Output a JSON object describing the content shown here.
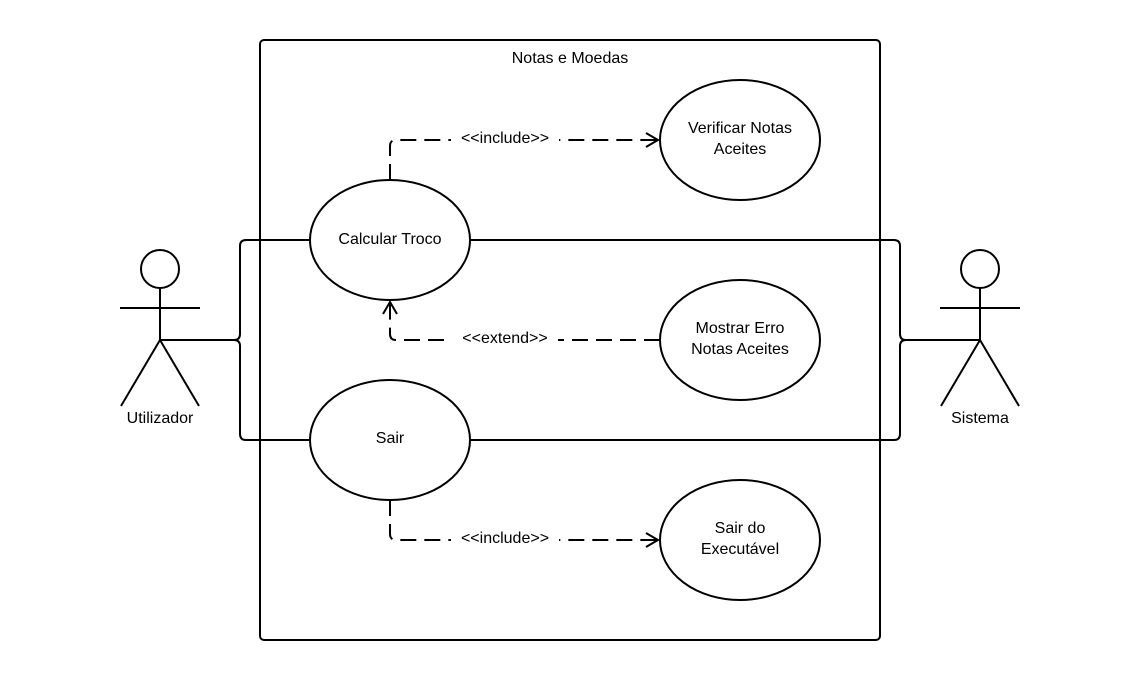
{
  "system": {
    "title": "Notas e Moedas"
  },
  "actors": [
    {
      "id": "utilizador",
      "label": "Utilizador"
    },
    {
      "id": "sistema",
      "label": "Sistema"
    }
  ],
  "use_cases": [
    {
      "id": "calcular-troco",
      "lines": [
        "Calcular Troco"
      ]
    },
    {
      "id": "verificar-notas",
      "lines": [
        "Verificar Notas",
        "Aceites"
      ]
    },
    {
      "id": "mostrar-erro",
      "lines": [
        "Mostrar Erro",
        "Notas Aceites"
      ]
    },
    {
      "id": "sair",
      "lines": [
        "Sair"
      ]
    },
    {
      "id": "sair-executavel",
      "lines": [
        "Sair do",
        "Executável"
      ]
    }
  ],
  "relationships": [
    {
      "from": "calcular-troco",
      "to": "verificar-notas",
      "label": "<<include>>"
    },
    {
      "from": "mostrar-erro",
      "to": "calcular-troco",
      "label": "<<extend>>"
    },
    {
      "from": "sair",
      "to": "sair-executavel",
      "label": "<<include>>"
    }
  ],
  "associations": [
    {
      "actor": "utilizador",
      "use_case": "calcular-troco"
    },
    {
      "actor": "utilizador",
      "use_case": "sair"
    },
    {
      "actor": "sistema",
      "use_case": "calcular-troco"
    },
    {
      "actor": "sistema",
      "use_case": "sair"
    }
  ]
}
